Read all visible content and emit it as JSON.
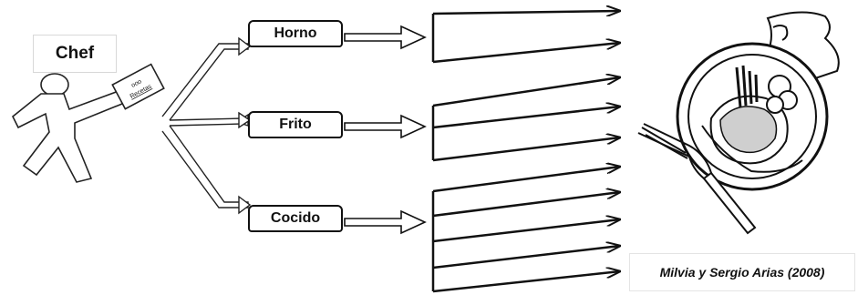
{
  "chef": {
    "label": "Chef",
    "card_text": "Recetas"
  },
  "methods": [
    {
      "label": "Horno"
    },
    {
      "label": "Frito"
    },
    {
      "label": "Cocido"
    }
  ],
  "caption": "Milvia y Sergio Arias (2008)",
  "colors": {
    "stroke": "#111111",
    "background": "#ffffff"
  },
  "icons": [
    "person-walking-icon",
    "recipe-card-icon",
    "plate-dish-icon",
    "fork-icon",
    "napkin-icon"
  ]
}
